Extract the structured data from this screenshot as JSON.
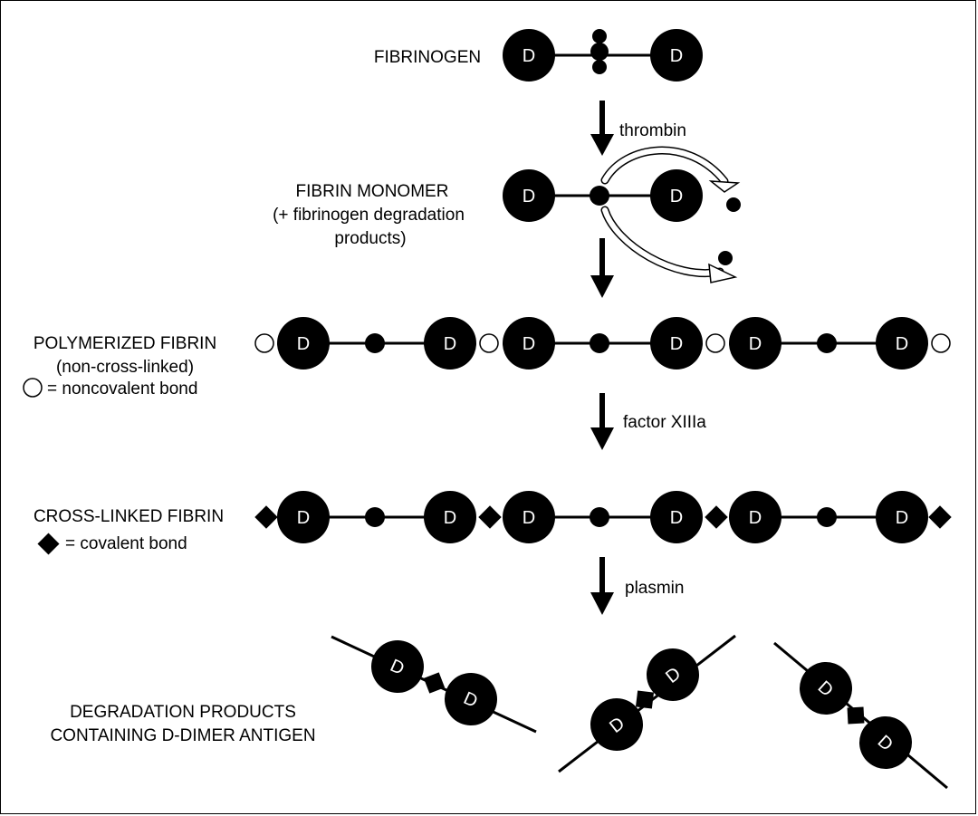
{
  "labels": {
    "fibrinogen": "FIBRINOGEN",
    "fibrin_monomer": "FIBRIN MONOMER",
    "fibrin_monomer_sub1": "(+ fibrinogen degradation",
    "fibrin_monomer_sub2": "products)",
    "polymerized": "POLYMERIZED FIBRIN",
    "polymerized_sub": "(non-cross-linked)",
    "noncovalent_legend": "= noncovalent bond",
    "crosslinked": "CROSS-LINKED FIBRIN",
    "covalent_legend": "= covalent bond",
    "degradation_1": "DEGRADATION PRODUCTS",
    "degradation_2": "CONTAINING D-DIMER ANTIGEN"
  },
  "enzymes": {
    "thrombin": "thrombin",
    "factor": "factor XIIIa",
    "plasmin": "plasmin"
  },
  "domain_letter": "D",
  "colors": {
    "ink": "#000000",
    "paper": "#ffffff"
  }
}
